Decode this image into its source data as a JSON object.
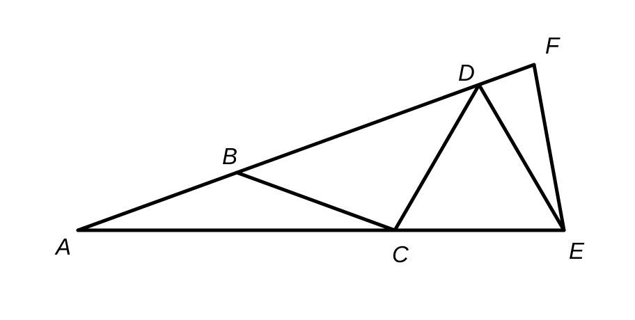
{
  "diagram": {
    "points": {
      "A": {
        "label": "A"
      },
      "B": {
        "label": "B"
      },
      "C": {
        "label": "C"
      },
      "D": {
        "label": "D"
      },
      "E": {
        "label": "E"
      },
      "F": {
        "label": "F"
      }
    },
    "segments": [
      [
        "A",
        "F"
      ],
      [
        "A",
        "E"
      ],
      [
        "B",
        "C"
      ],
      [
        "C",
        "D"
      ],
      [
        "D",
        "E"
      ],
      [
        "F",
        "E"
      ]
    ],
    "stroke_color": "#000000"
  }
}
